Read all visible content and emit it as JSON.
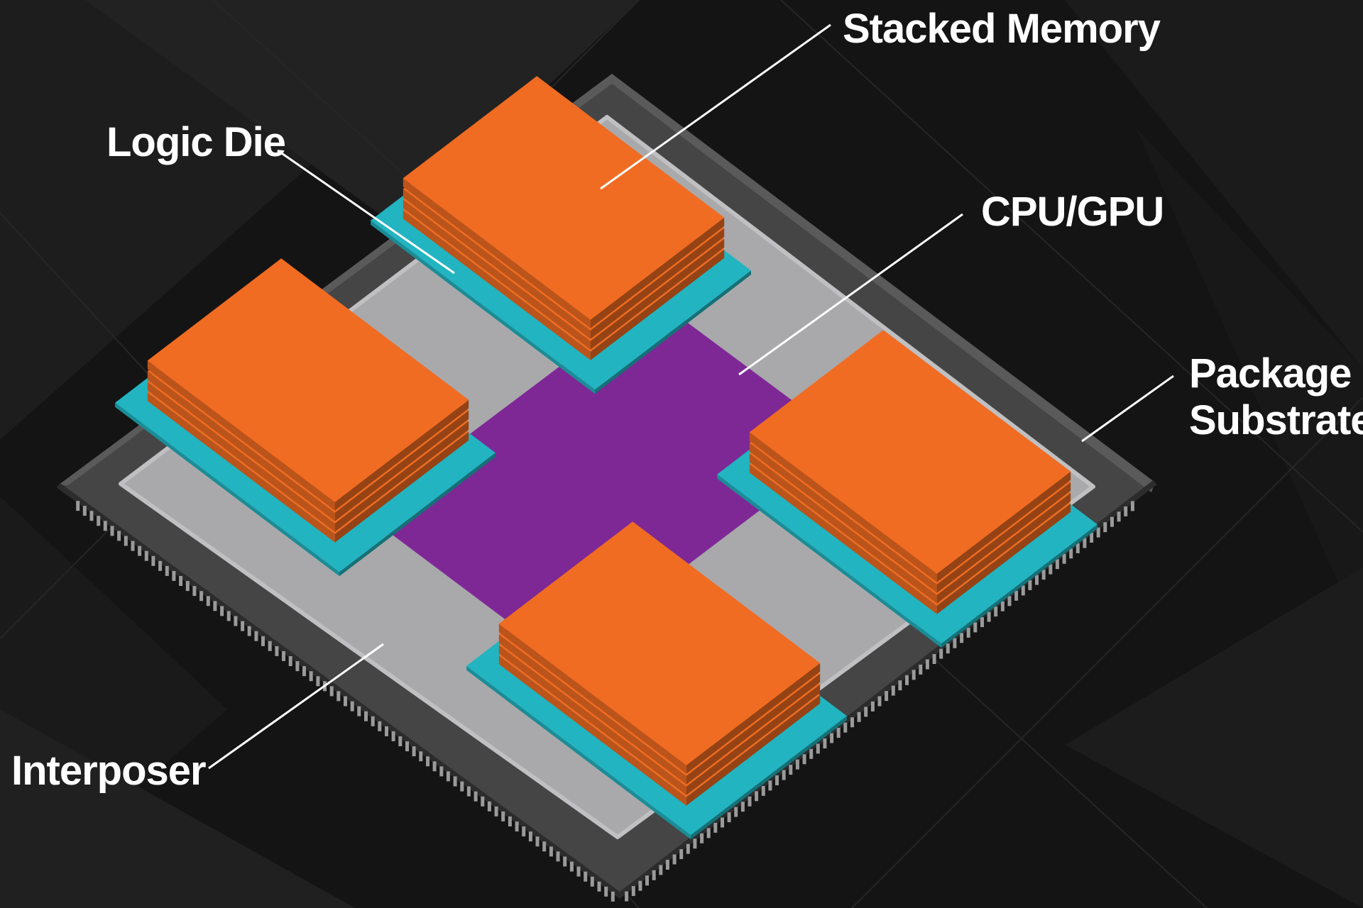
{
  "labels": {
    "stacked_memory": "Stacked Memory",
    "logic_die": "Logic Die",
    "cpu_gpu": "CPU/GPU",
    "package_substrate_line1": "Package",
    "package_substrate_line2": "Substrate",
    "interposer": "Interposer"
  },
  "colors": {
    "background": "#141414",
    "substrate": "#454545",
    "substrate_edge": "#2c2c2c",
    "interposer": "#a9a9ab",
    "logic_die": "#22b4c0",
    "stacked_memory": "#f06c22",
    "cpu_gpu": "#7e2896",
    "leader_line": "#ffffff"
  }
}
